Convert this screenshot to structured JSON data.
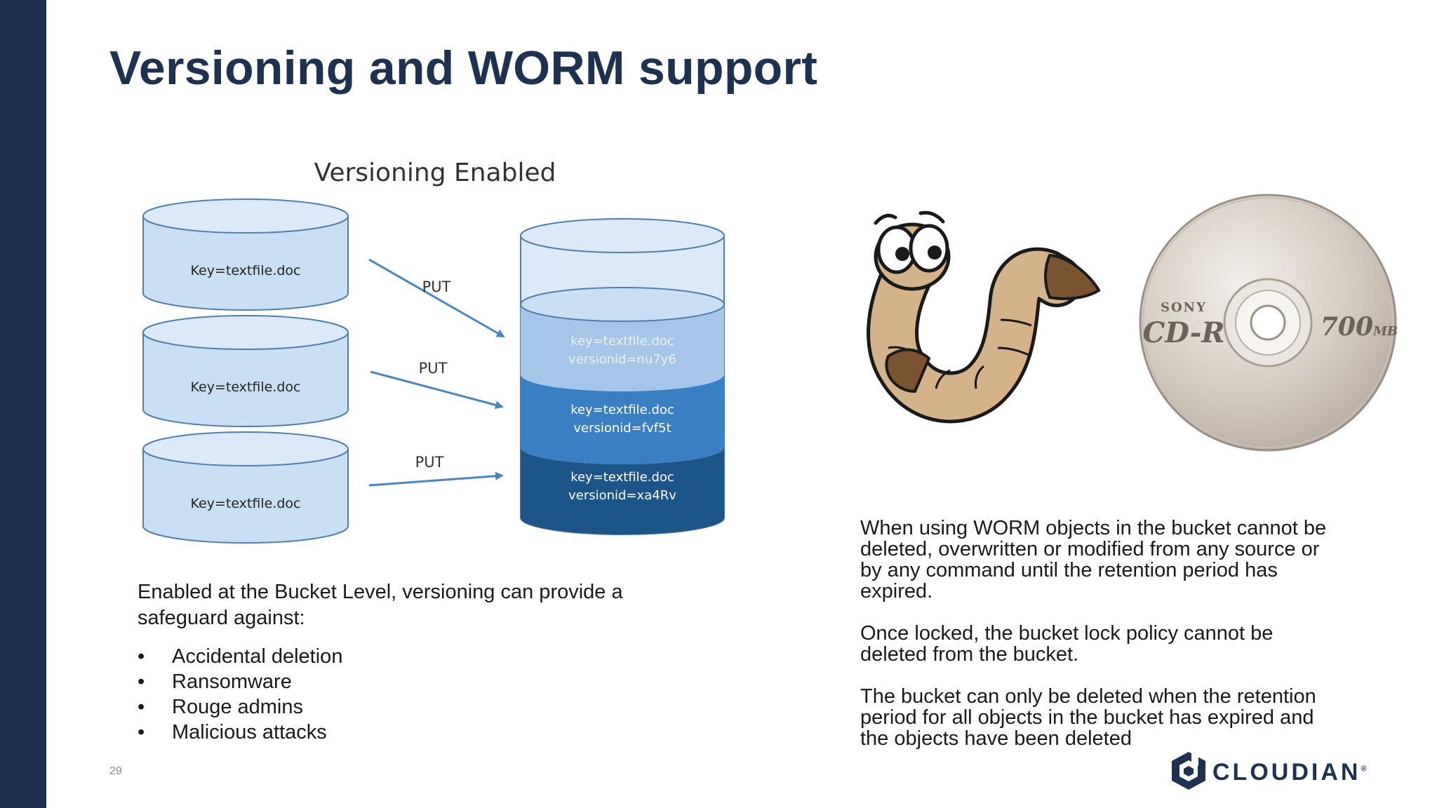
{
  "slide": {
    "title": "Versioning and WORM support",
    "page_number": "29"
  },
  "diagram": {
    "title": "Versioning Enabled",
    "source_label": "Key=textfile.doc",
    "put_label": "PUT",
    "versions": [
      {
        "key": "key=textfile.doc",
        "versionid": "versionid=nu7y6",
        "color": "#a5c6e8"
      },
      {
        "key": "key=textfile.doc",
        "versionid": "versionid=fvf5t",
        "color": "#3a7fc4"
      },
      {
        "key": "key=textfile.doc",
        "versionid": "versionid=xa4Rv",
        "color": "#1e5589"
      }
    ]
  },
  "left_text": {
    "intro": "Enabled at the Bucket Level, versioning can provide a safeguard against:",
    "bullets": [
      "Accidental deletion",
      "Ransomware",
      "Rouge admins",
      "Malicious attacks"
    ]
  },
  "cd": {
    "brand": "SONY",
    "type": "CD-R",
    "capacity": "700",
    "unit": "MB"
  },
  "right_text": {
    "p1": "When using WORM objects in the bucket cannot be deleted, overwritten or modified from any source or by any command until the retention period has expired.",
    "p2": "Once locked, the bucket lock policy cannot be deleted from the bucket.",
    "p3": "The bucket can only be deleted when the retention period for all objects in the bucket has expired and the objects have been deleted"
  },
  "logo": {
    "text": "CLOUDIAN",
    "registered": "®"
  },
  "colors": {
    "sidebar": "#1e2f4d",
    "title": "#1f3150",
    "cylinder_fill": "#c9dff4",
    "cylinder_stroke": "#4f7fae"
  }
}
